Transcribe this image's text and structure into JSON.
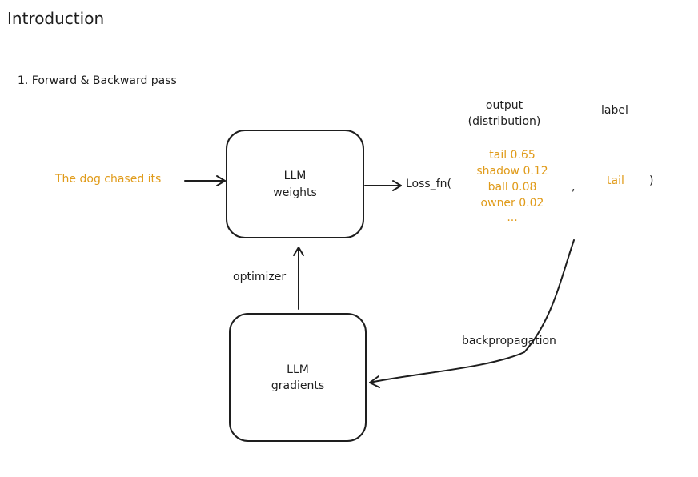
{
  "heading": "Introduction",
  "section_title": "1. Forward & Backward pass",
  "input_text": "The dog chased its",
  "weights_box": {
    "line1": "LLM",
    "line2": "weights"
  },
  "gradients_box": {
    "line1": "LLM",
    "line2": "gradients"
  },
  "loss_fn": "Loss_fn(",
  "output_header": {
    "line1": "output",
    "line2": "(distribution)"
  },
  "label_header": "label",
  "distribution": [
    "tail 0.65",
    "shadow 0.12",
    "ball 0.08",
    "owner 0.02",
    "..."
  ],
  "separator": ",",
  "label_value": "tail",
  "close_paren": ")",
  "optimizer_label": "optimizer",
  "backprop_label": "backpropagation",
  "colors": {
    "ink": "#1e1e1e",
    "highlight": "#e09b1a"
  }
}
